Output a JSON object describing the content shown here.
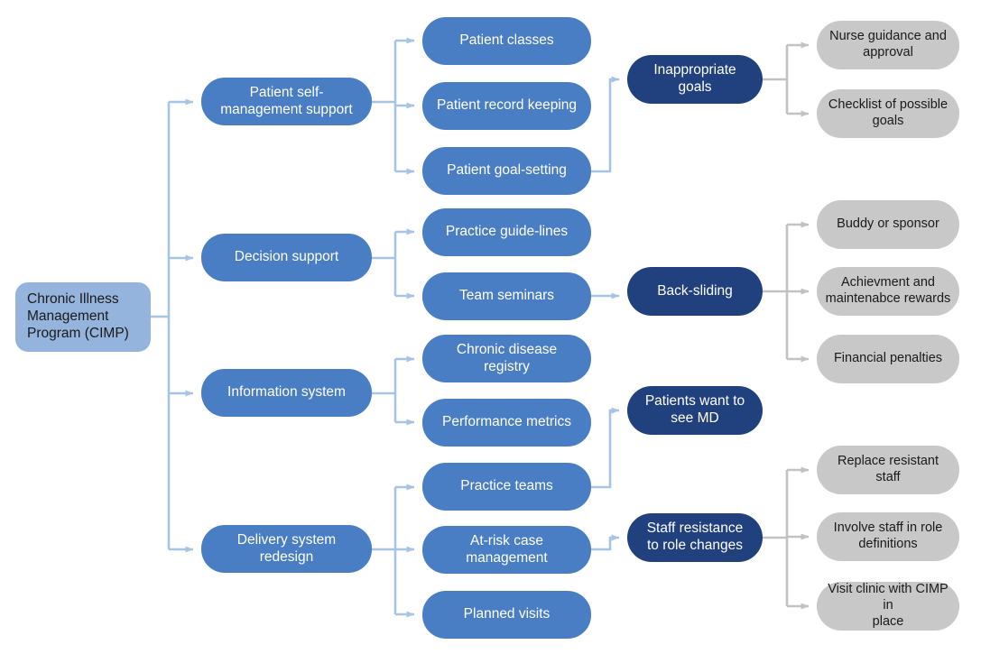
{
  "diagram": {
    "title": "Chronic Illness Management Program (CIMP)",
    "type": "tree-diagram",
    "colors": {
      "root_fill": "#94b3dd",
      "branch_fill": "#4a7ec4",
      "barrier_fill": "#21407e",
      "solution_fill": "#c8c8c8",
      "blue_connector": "#a8c4e4",
      "gray_connector": "#c8c8c8",
      "background": "#ffffff"
    }
  },
  "nodes": {
    "root": {
      "label": "Chronic Illness\nManagement\nProgram (CIMP)"
    },
    "branches": [
      {
        "label": "Patient self-\nmanagement support"
      },
      {
        "label": "Decision support"
      },
      {
        "label": "Information system"
      },
      {
        "label": "Delivery system\nredesign"
      }
    ],
    "components": [
      {
        "label": "Patient classes"
      },
      {
        "label": "Patient record keeping"
      },
      {
        "label": "Patient goal-setting"
      },
      {
        "label": "Practice guide-lines"
      },
      {
        "label": "Team seminars"
      },
      {
        "label": "Chronic disease\nregistry"
      },
      {
        "label": "Performance metrics"
      },
      {
        "label": "Practice teams"
      },
      {
        "label": "At-risk case\nmanagement"
      },
      {
        "label": "Planned visits"
      }
    ],
    "barriers": [
      {
        "label": "Inappropriate\ngoals"
      },
      {
        "label": "Back-sliding"
      },
      {
        "label": "Patients want to\nsee MD"
      },
      {
        "label": "Staff resistance\nto role changes"
      }
    ],
    "solutions": [
      {
        "label": "Nurse guidance and\napproval"
      },
      {
        "label": "Checklist of possible\ngoals"
      },
      {
        "label": "Buddy or sponsor"
      },
      {
        "label": "Achievment and\nmaintenabce rewards"
      },
      {
        "label": "Financial penalties"
      },
      {
        "label": "Replace resistant staff"
      },
      {
        "label": "Involve staff in role\ndefinitions"
      },
      {
        "label": "Visit clinic with CIMP in\nplace"
      }
    ]
  }
}
